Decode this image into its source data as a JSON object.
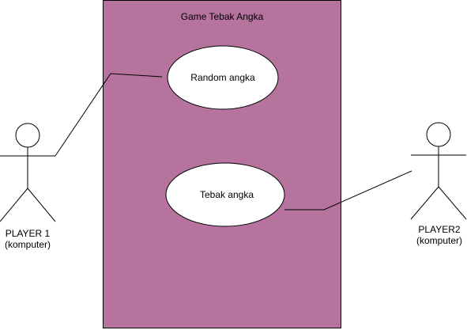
{
  "system": {
    "title": "Game Tebak Angka",
    "fill_color": "#b5739d",
    "stroke_color": "#000000"
  },
  "use_cases": [
    {
      "id": "random",
      "label": "Random angka"
    },
    {
      "id": "tebak",
      "label": "Tebak angka"
    }
  ],
  "actors": [
    {
      "id": "player1",
      "name": "PLAYER 1",
      "subtitle": "(komputer)"
    },
    {
      "id": "player2",
      "name": "PLAYER2",
      "subtitle": "(komputer)"
    }
  ],
  "associations": [
    {
      "actor": "player1",
      "use_case": "random"
    },
    {
      "actor": "player2",
      "use_case": "tebak"
    }
  ]
}
